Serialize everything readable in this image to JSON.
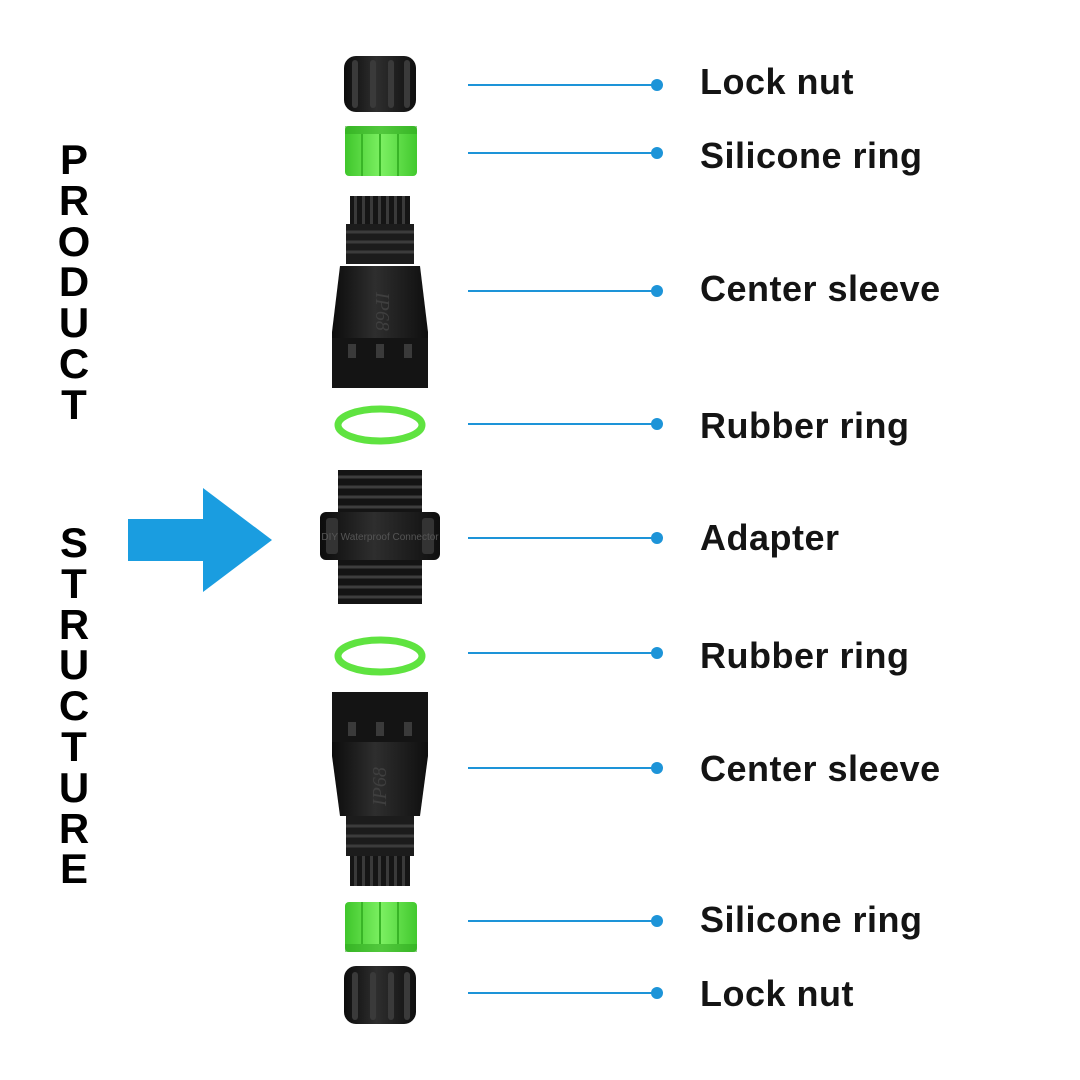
{
  "title_words": [
    "PRODUCT",
    "STRUCTURE"
  ],
  "labels": [
    "Lock nut",
    "Silicone ring",
    "Center sleeve",
    "Rubber ring",
    "Adapter",
    "Rubber ring",
    "Center sleeve",
    "Silicone ring",
    "Lock nut"
  ],
  "sleeve_marking": "IP68",
  "adapter_marking": "DIY Waterproof Connector",
  "colors": {
    "accent_blue": "#1d94d8",
    "arrow_blue": "#1a9de0",
    "part_black": "#1a1a1a",
    "ring_green": "#5fe340",
    "text": "#141414"
  }
}
